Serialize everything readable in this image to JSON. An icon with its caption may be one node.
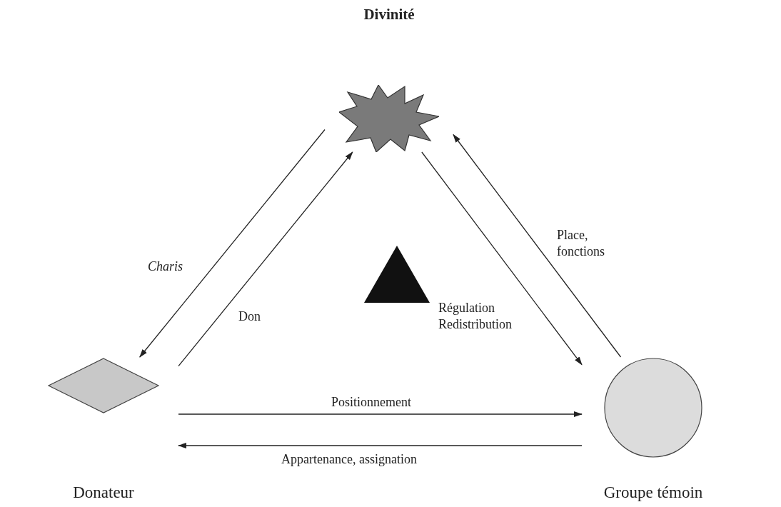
{
  "diagram": {
    "nodes": [
      {
        "text": [
          "Divinité"
        ]
      },
      {
        "text": [
          "Donateur"
        ]
      },
      {
        "text": [
          "Groupe témoin"
        ]
      },
      {
        "text": [],
        "shape": "triangle"
      }
    ],
    "edges": [
      {
        "from": 0,
        "to": 1,
        "arrow": "to",
        "label": "Charis"
      },
      {
        "from": 1,
        "to": 0,
        "arrow": "to",
        "label": "Don"
      },
      {
        "from": 0,
        "to": 2,
        "arrow": "to",
        "label": "Régulation Redistribution"
      },
      {
        "from": 2,
        "to": 0,
        "arrow": "to",
        "label": "Place, fonctions"
      },
      {
        "from": 1,
        "to": 2,
        "arrow": "to",
        "label": "Positionnement"
      },
      {
        "from": 2,
        "to": 1,
        "arrow": "to",
        "label": "Appartenance, assignation"
      }
    ]
  }
}
